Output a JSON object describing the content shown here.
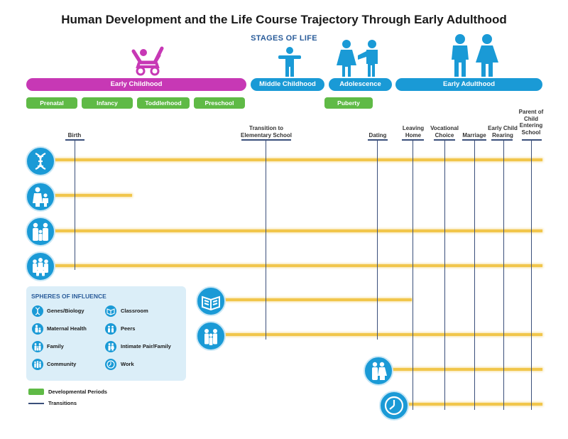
{
  "title": "Human Development and the Life Course Trajectory Through Early Adulthood",
  "stages_label": "STAGES OF LIFE",
  "stages": [
    {
      "label": "Early Childhood",
      "color": "#c738b5"
    },
    {
      "label": "Middle Childhood",
      "color": "#1a9ad6"
    },
    {
      "label": "Adolescence",
      "color": "#1a9ad6"
    },
    {
      "label": "Early Adulthood",
      "color": "#1a9ad6"
    }
  ],
  "periods": [
    "Prenatal",
    "Infancy",
    "Toddlerhood",
    "Preschool",
    "Puberty"
  ],
  "transitions": [
    "Birth",
    "Transition to Elementary School",
    "Dating",
    "Leaving Home",
    "Vocational Choice",
    "Marriage",
    "Early Child Rearing",
    "Parent of Child Entering School"
  ],
  "spheres_title": "SPHERES OF INFLUENCE",
  "spheres": [
    {
      "label": "Genes/Biology",
      "icon": "dna-icon"
    },
    {
      "label": "Classroom",
      "icon": "book-icon"
    },
    {
      "label": "Maternal Health",
      "icon": "mother-child-icon"
    },
    {
      "label": "Peers",
      "icon": "peers-icon"
    },
    {
      "label": "Family",
      "icon": "family-icon"
    },
    {
      "label": "Intimate Pair/Family",
      "icon": "couple-icon"
    },
    {
      "label": "Community",
      "icon": "community-icon"
    },
    {
      "label": "Work",
      "icon": "clock-icon"
    }
  ],
  "key": {
    "periods_label": "Developmental Periods",
    "transitions_label": "Transitions"
  },
  "colors": {
    "blue": "#1a9ad6",
    "magenta": "#c738b5",
    "green": "#5fba46",
    "bar": "#f1c64b",
    "line": "#3a4f7a"
  }
}
